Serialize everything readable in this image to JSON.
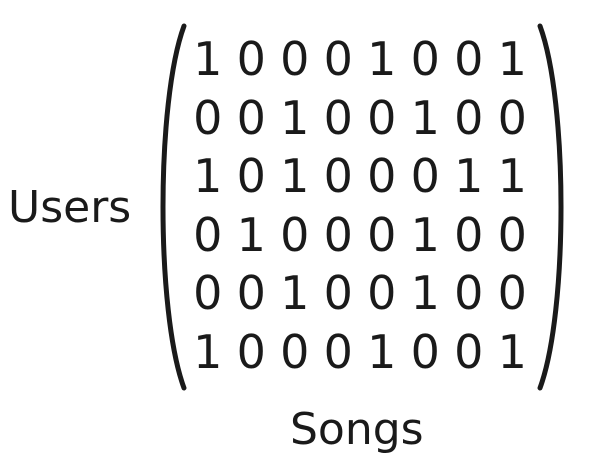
{
  "labels": {
    "rows": "Users",
    "columns": "Songs"
  },
  "matrix": [
    [
      "1",
      "0",
      "0",
      "0",
      "1",
      "0",
      "0",
      "1"
    ],
    [
      "0",
      "0",
      "1",
      "0",
      "0",
      "1",
      "0",
      "0"
    ],
    [
      "1",
      "0",
      "1",
      "0",
      "0",
      "0",
      "1",
      "1"
    ],
    [
      "0",
      "1",
      "0",
      "0",
      "0",
      "1",
      "0",
      "0"
    ],
    [
      "0",
      "0",
      "1",
      "0",
      "0",
      "1",
      "0",
      "0"
    ],
    [
      "1",
      "0",
      "0",
      "0",
      "1",
      "0",
      "0",
      "1"
    ]
  ]
}
